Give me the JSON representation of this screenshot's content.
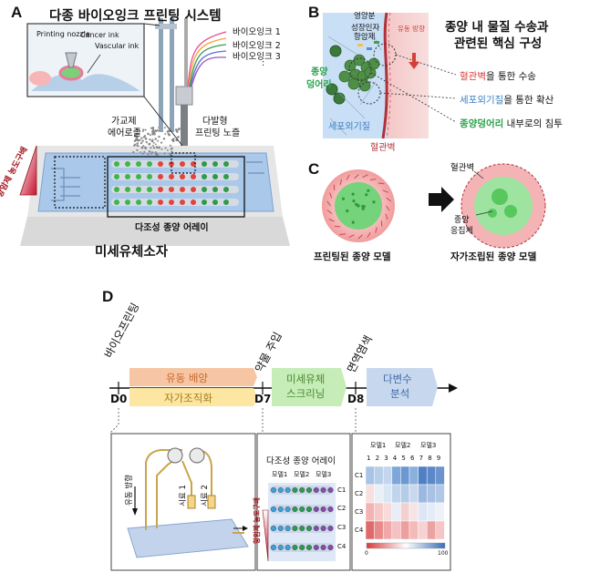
{
  "panel_a": {
    "letter": "A",
    "title": "다종 바이오잉크 프린팅 시스템",
    "inset_labels": [
      "Printing nozzle",
      "Cancer ink",
      "Vascular ink"
    ],
    "bioink_labels": [
      "바이오잉크 1",
      "바이오잉크 2",
      "바이오잉크 3",
      ":"
    ],
    "crosslinker": [
      "가교제",
      "에어로졸"
    ],
    "nozzle": [
      "다발형",
      "프린팅 노즐"
    ],
    "gradient_label": "항암제 농도구배",
    "array_label": "다조성 종양 어레이",
    "device_label": "미세유체소자"
  },
  "panel_b": {
    "letter": "B",
    "title": [
      "종양 내 물질 수송과",
      "관련된 핵심 구성"
    ],
    "diagram_labels": {
      "factor": [
        "영양분",
        "성장인자",
        "항암제"
      ],
      "flow": "유동 방향",
      "tumor": [
        "종양",
        "덩어리"
      ],
      "ecm": "세포외기질",
      "vessel": "혈관벽"
    },
    "items": [
      {
        "keyword": "혈관벽",
        "rest": "을 통한 수송",
        "color": "#d6403a"
      },
      {
        "keyword": "세포외기질",
        "rest": "을 통한 확산",
        "color": "#3a7fc0"
      },
      {
        "keyword": "종양덩어리",
        "rest": " 내부로의 침투",
        "color": "#2aa24a"
      }
    ]
  },
  "panel_c": {
    "letter": "C",
    "vessel_wall": "혈관벽",
    "aggregate": [
      "종양",
      "응집체"
    ],
    "left_caption": "프린팅된 종양 모델",
    "right_caption": "자가조립된 종양 모델"
  },
  "panel_d": {
    "letter": "D",
    "stage_labels": [
      "바이오프린팅",
      "약물 주입",
      "면역염색"
    ],
    "days": [
      "D0",
      "D7",
      "D8"
    ],
    "box_flow": "유동 배양",
    "box_self": "자가조직화",
    "box_screen": [
      "미세유체",
      "스크리닝"
    ],
    "box_analysis": [
      "다변수",
      "분석"
    ],
    "sample_labels": [
      "시료 1",
      "시료 2"
    ],
    "flow_direction": "유동 방향",
    "array_title": "다조성 종양 어레이",
    "model_labels": [
      "모델1",
      "모델2",
      "모델3"
    ],
    "conc_labels": [
      "C1",
      "C2",
      "C3",
      "C4"
    ],
    "gradient_label": "항암제 농도구배",
    "heatmap_columns": [
      "1",
      "2",
      "3",
      "4",
      "5",
      "6",
      "7",
      "8",
      "9"
    ],
    "colorbar_min": "0",
    "colorbar_max": "100"
  }
}
